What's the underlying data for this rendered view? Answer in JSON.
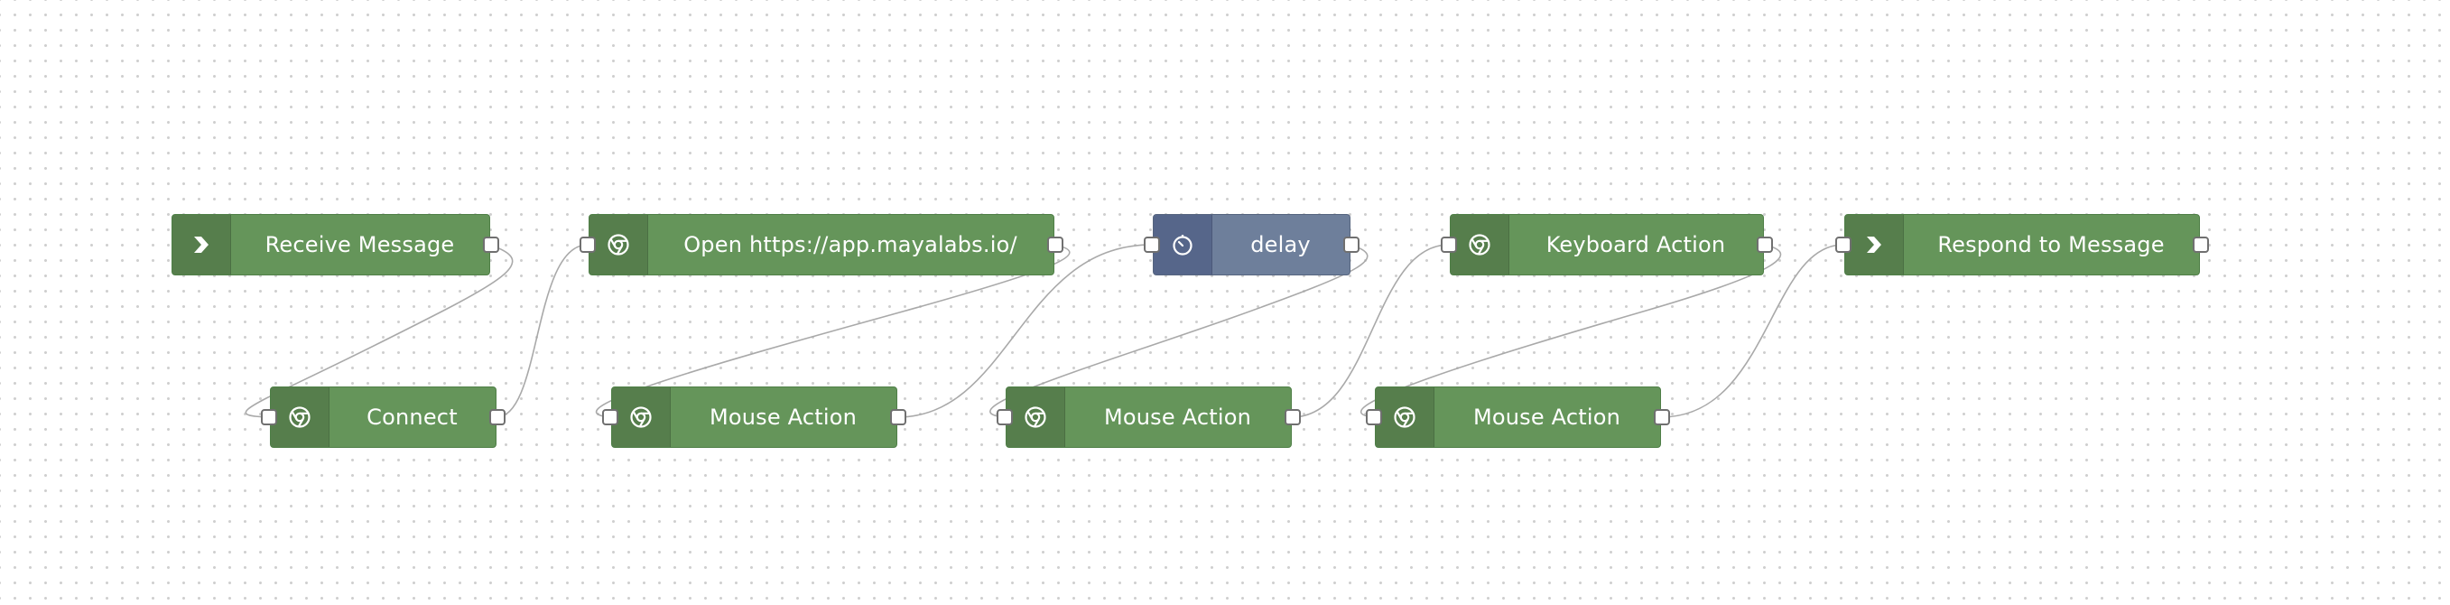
{
  "flow": {
    "nodes": [
      {
        "id": "n1",
        "label": "Receive Message",
        "icon": "arrow-right-icon",
        "type": "link-in"
      },
      {
        "id": "n2",
        "label": "Connect",
        "icon": "chrome-icon",
        "type": "browser"
      },
      {
        "id": "n3",
        "label": "Open https://app.mayalabs.io/",
        "icon": "chrome-icon",
        "type": "browser"
      },
      {
        "id": "n4",
        "label": "Mouse Action",
        "icon": "chrome-icon",
        "type": "browser"
      },
      {
        "id": "n5",
        "label": "delay",
        "icon": "timer-icon",
        "type": "delay"
      },
      {
        "id": "n6",
        "label": "Mouse Action",
        "icon": "chrome-icon",
        "type": "browser"
      },
      {
        "id": "n7",
        "label": "Keyboard Action",
        "icon": "chrome-icon",
        "type": "browser"
      },
      {
        "id": "n8",
        "label": "Mouse Action",
        "icon": "chrome-icon",
        "type": "browser"
      },
      {
        "id": "n9",
        "label": "Respond to Message",
        "icon": "arrow-right-icon",
        "type": "link-out"
      }
    ],
    "colors": {
      "browser_node": "#65955a",
      "delay_node": "#6e7f9b",
      "wire": "#a9a9a9",
      "grid_dot": "#cfcfcf"
    }
  }
}
